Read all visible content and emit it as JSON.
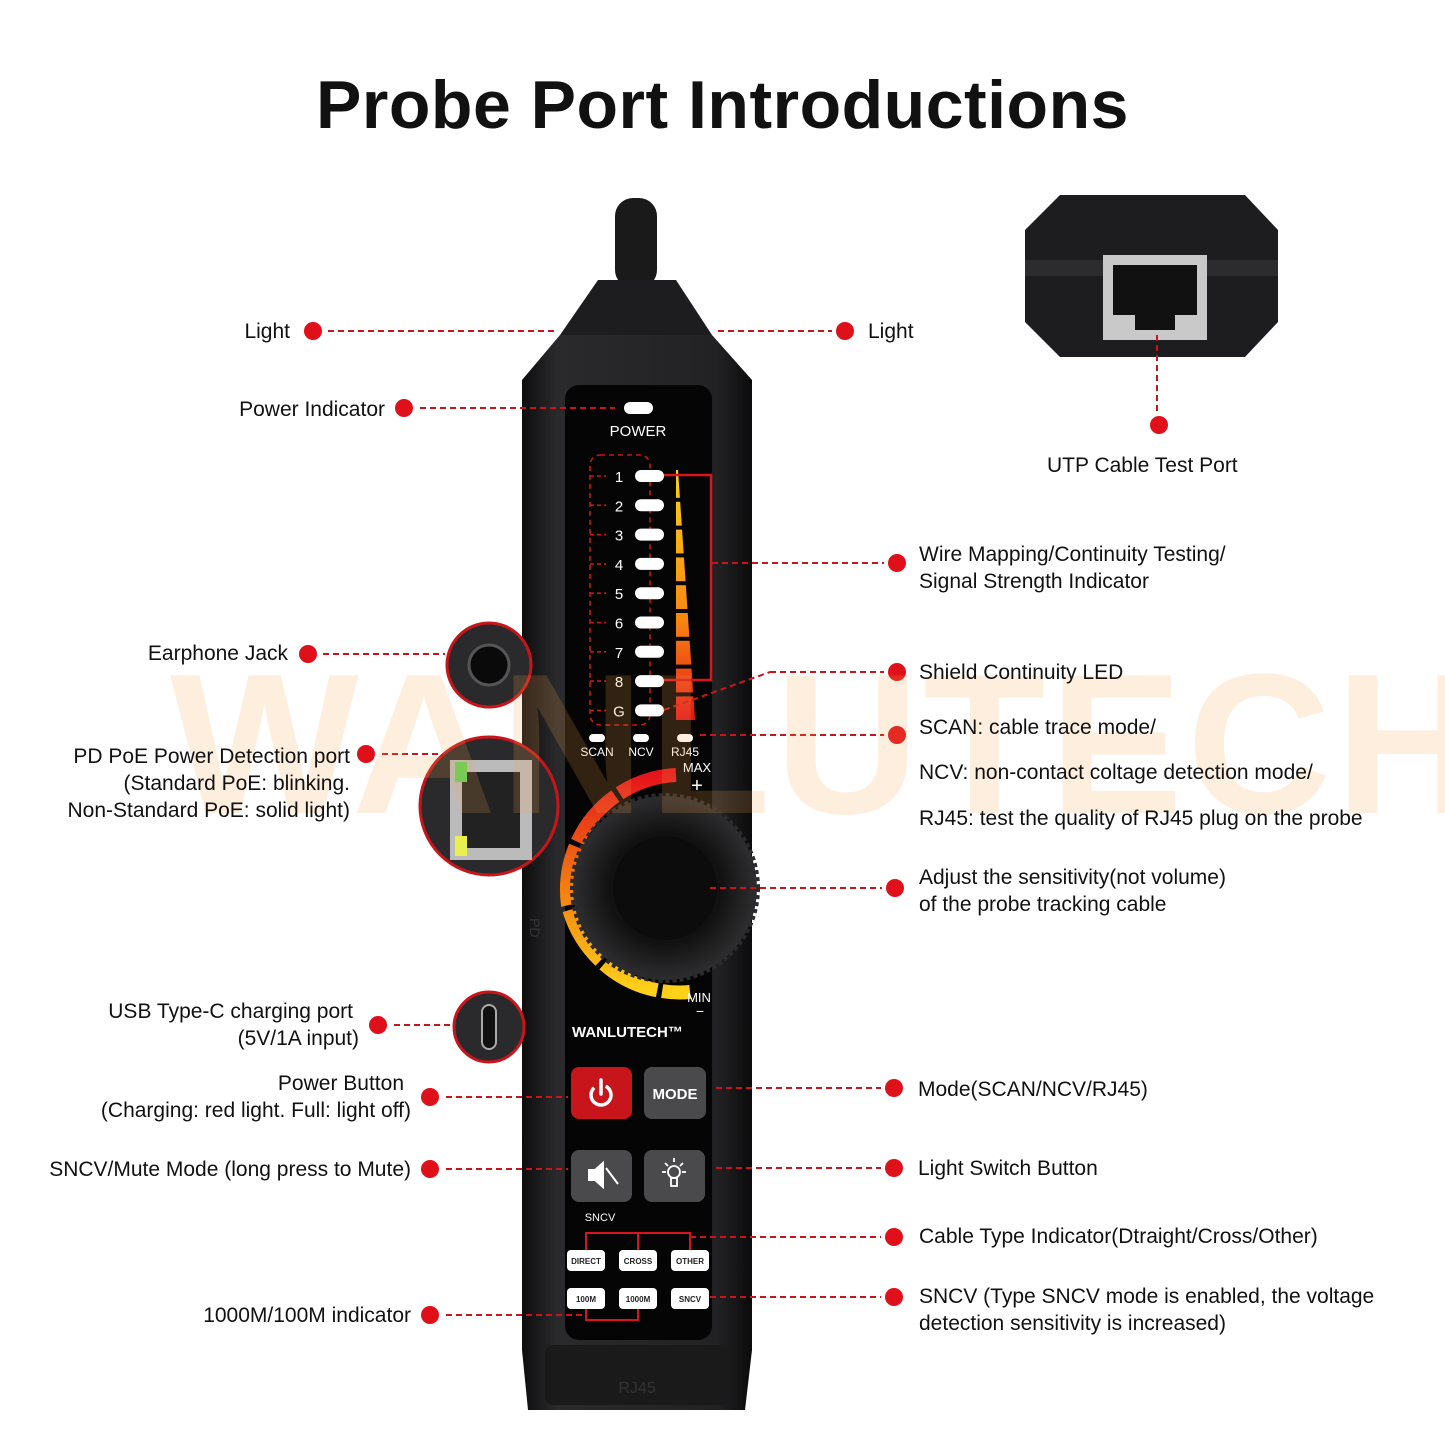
{
  "title": "Probe Port Introductions",
  "watermark": "WANLUTECH",
  "device": {
    "brand": "WANLUTECH™",
    "power_label": "POWER",
    "wire_leds": [
      "1",
      "2",
      "3",
      "4",
      "5",
      "6",
      "7",
      "8",
      "G"
    ],
    "mode_leds": [
      "SCAN",
      "NCV",
      "RJ45"
    ],
    "max_label": "MAX",
    "plus": "+",
    "min_label": "MIN",
    "minus": "−",
    "mode_button": "MODE",
    "sncv_label": "SNCV",
    "cable_type_tags": [
      "DIRECT",
      "CROSS",
      "OTHER"
    ],
    "speed_tags": [
      "100M",
      "1000M",
      "SNCV"
    ],
    "bottom_label": "RJ45",
    "side_label": "PD"
  },
  "left_labels": {
    "light": "Light",
    "power_indicator": "Power Indicator",
    "earphone_jack": "Earphone Jack",
    "poe": [
      "PD PoE Power Detection  port",
      "(Standard PoE: blinking.",
      "Non-Standard PoE: solid light)"
    ],
    "usb": [
      "USB Type-C charging port",
      "(5V/1A input)"
    ],
    "power_button": [
      "Power Button",
      "(Charging: red light. Full: light off)"
    ],
    "sncv_mute": "SNCV/Mute Mode (long press to Mute)",
    "speed_indicator": "1000M/100M indicator"
  },
  "right_labels": {
    "light": "Light",
    "utp_port": "UTP Cable Test Port",
    "wire_mapping": [
      "Wire Mapping/Continuity Testing/",
      "Signal Strength Indicator"
    ],
    "shield_led": "Shield Continuity LED",
    "modes": [
      "SCAN: cable trace mode/",
      "NCV: non-contact coltage detection mode/",
      "RJ45: test the quality of RJ45 plug on the probe"
    ],
    "sensitivity": [
      "Adjust the sensitivity(not volume)",
      "of the probe tracking cable"
    ],
    "mode_button": "Mode(SCAN/NCV/RJ45)",
    "light_switch": "Light Switch Button",
    "cable_type": "Cable Type Indicator(Dtraight/Cross/Other)",
    "sncv": [
      "SNCV (Type SNCV mode is enabled, the voltage",
      "detection sensitivity is increased)"
    ]
  },
  "colors": {
    "accent_red": "#d9141c",
    "device_body": "#1b1b1d",
    "button_red": "#c8151b",
    "button_gray": "#4a4a4c"
  }
}
